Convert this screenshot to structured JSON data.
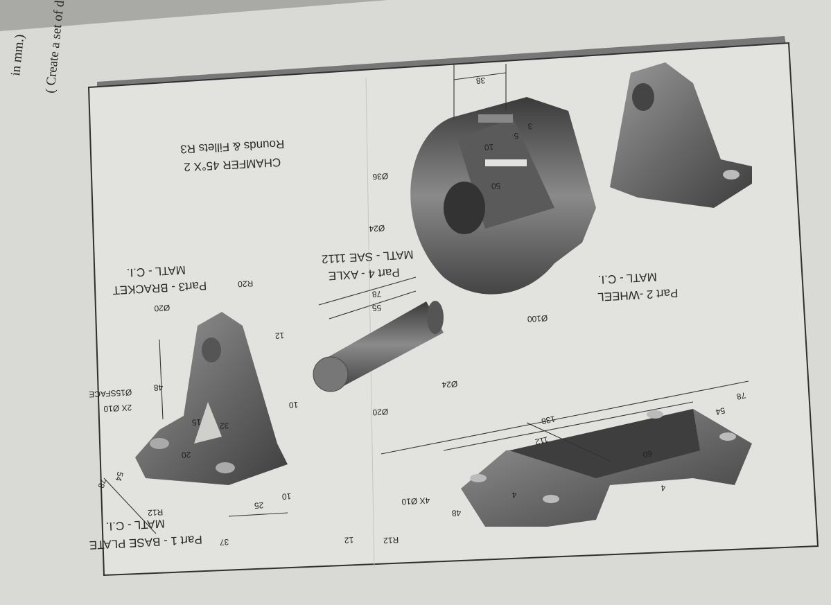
{
  "page_text": {
    "line1": "( Create a set of detail and assembly drawings. All dimensions are",
    "line2": "in mm.)"
  },
  "notes": {
    "chamfer": "CHAMFER 45°X 2",
    "rounds": "Rounds & Fillets R3"
  },
  "parts": {
    "base_plate": {
      "title": "Part 1 - BASE PLATE",
      "material": "MATL - C.I.",
      "dims": [
        "12",
        "R12",
        "48",
        "4",
        "4X Ø10",
        "112",
        "138",
        "60",
        "54",
        "78",
        "4"
      ]
    },
    "wheel": {
      "title": "Part 2 -WHEEL",
      "material": "MATL - C.I.",
      "dims": [
        "Ø100",
        "Ø24",
        "Ø36",
        "50",
        "10",
        "5",
        "3",
        "38"
      ]
    },
    "bracket": {
      "title": "Part3 - BRACKET",
      "material": "MATL - C.I.",
      "dims": [
        "R12",
        "37",
        "25",
        "10",
        "78",
        "54",
        "20",
        "32",
        "15",
        "10",
        "12",
        "48",
        "2X Ø10",
        "Ø15SFACE",
        "Ø20",
        "R20"
      ]
    },
    "axle": {
      "title": "Part 4 - AXLE",
      "material": "MATL - SAE 1112",
      "dims": [
        "Ø20",
        "Ø24",
        "55",
        "78"
      ]
    }
  },
  "colors": {
    "paper": "#dededb",
    "part": "#6e6e6e",
    "frame": "#6a6a6a"
  }
}
